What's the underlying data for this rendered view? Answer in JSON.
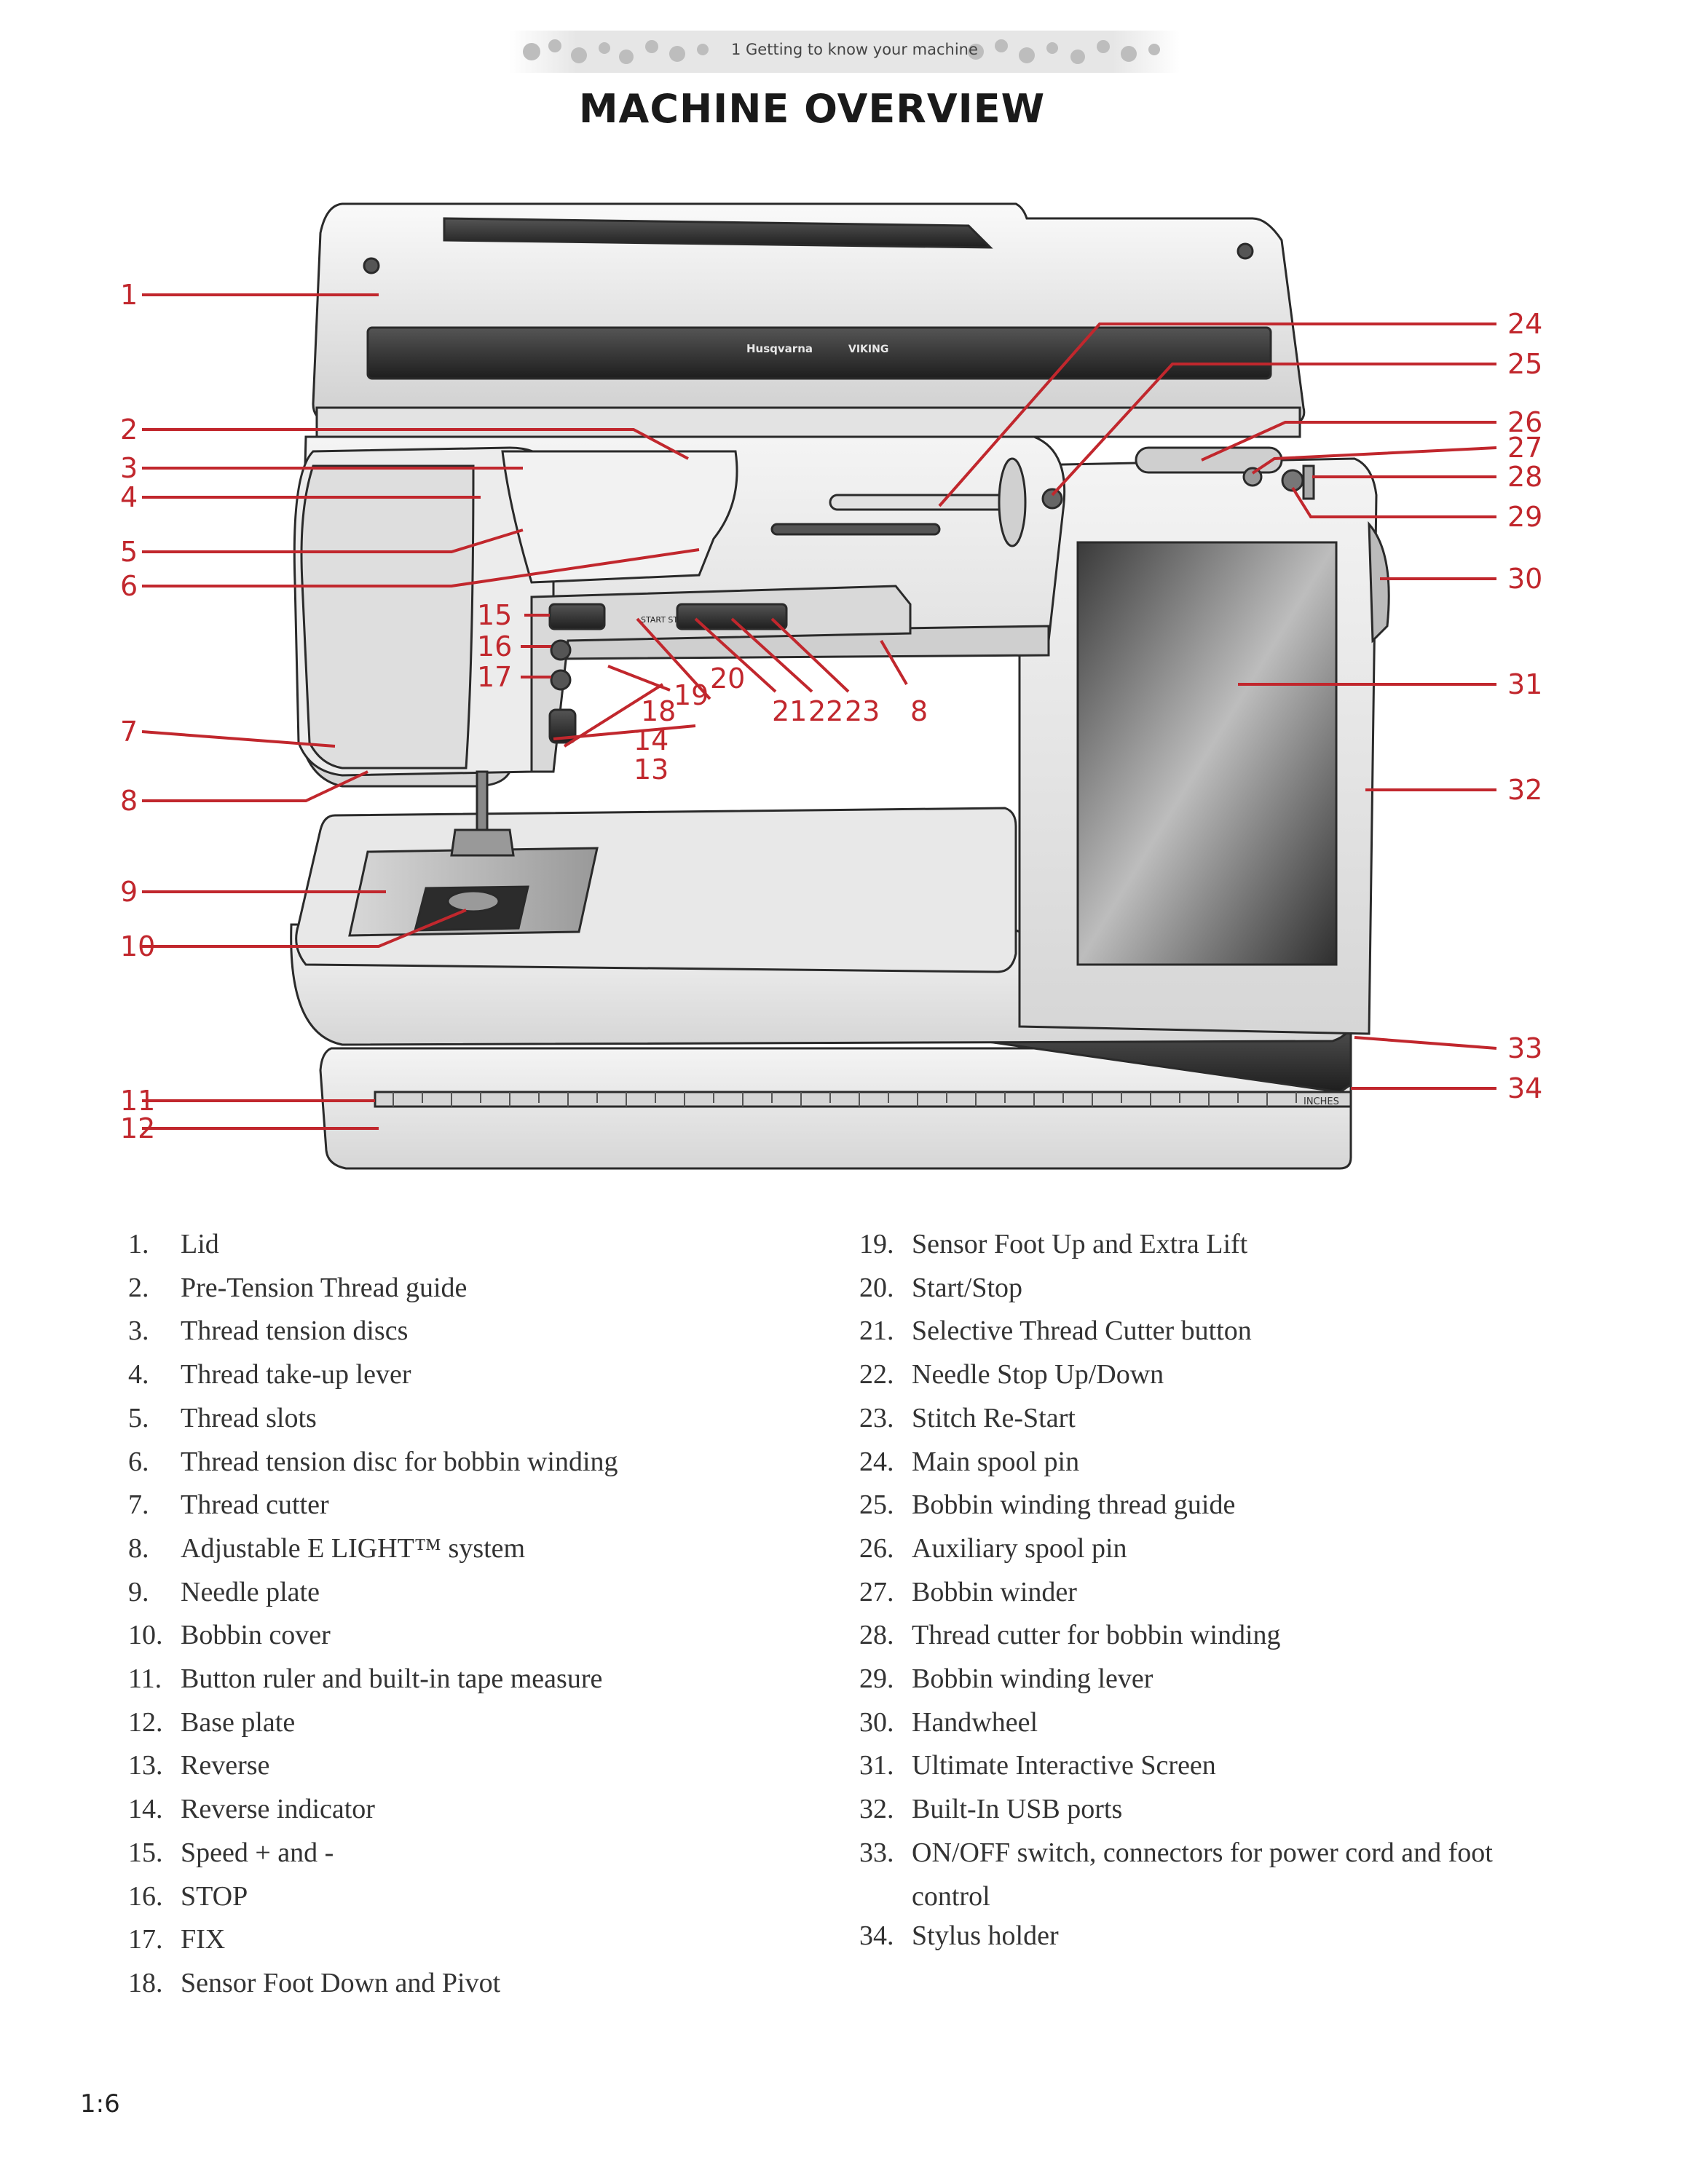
{
  "header": {
    "chapter_title": "1  Getting to know your machine",
    "page_title": "MACHINE OVERVIEW"
  },
  "figure": {
    "brand_text": "Husqvarna",
    "brand_text_2": "VIKING",
    "panel_start_stop": "START STOP",
    "ruler_label": "INCHES",
    "callouts": [
      "1",
      "2",
      "3",
      "4",
      "5",
      "6",
      "7",
      "8",
      "9",
      "10",
      "11",
      "12",
      "13",
      "14",
      "15",
      "16",
      "17",
      "18",
      "19",
      "20",
      "21",
      "22",
      "23",
      "8",
      "24",
      "25",
      "26",
      "27",
      "28",
      "29",
      "30",
      "31",
      "32",
      "33",
      "34"
    ]
  },
  "legend_left": [
    {
      "num": "1.",
      "text": "Lid"
    },
    {
      "num": "2.",
      "text": "Pre-Tension Thread guide"
    },
    {
      "num": "3.",
      "text": "Thread tension discs"
    },
    {
      "num": "4.",
      "text": "Thread take-up lever"
    },
    {
      "num": "5.",
      "text": "Thread slots"
    },
    {
      "num": "6.",
      "text": "Thread tension disc for bobbin winding"
    },
    {
      "num": "7.",
      "text": "Thread cutter"
    },
    {
      "num": "8.",
      "text": "Adjustable E LIGHT™ system"
    },
    {
      "num": "9.",
      "text": "Needle plate"
    },
    {
      "num": "10.",
      "text": "Bobbin cover"
    },
    {
      "num": "11.",
      "text": "Button ruler and built-in tape measure"
    },
    {
      "num": "12.",
      "text": "Base plate"
    },
    {
      "num": "13.",
      "text": "Reverse"
    },
    {
      "num": "14.",
      "text": "Reverse indicator"
    },
    {
      "num": "15.",
      "text": "Speed + and -"
    },
    {
      "num": "16.",
      "text": "STOP"
    },
    {
      "num": "17.",
      "text": "FIX"
    },
    {
      "num": "18.",
      "text": "Sensor Foot Down and Pivot"
    }
  ],
  "legend_right": [
    {
      "num": "19.",
      "text": "Sensor Foot Up and Extra Lift"
    },
    {
      "num": "20.",
      "text": "Start/Stop"
    },
    {
      "num": "21.",
      "text": "Selective Thread Cutter button"
    },
    {
      "num": "22.",
      "text": "Needle Stop Up/Down"
    },
    {
      "num": "23.",
      "text": "Stitch Re-Start"
    },
    {
      "num": "24.",
      "text": "Main spool pin"
    },
    {
      "num": "25.",
      "text": "Bobbin winding thread guide"
    },
    {
      "num": "26.",
      "text": "Auxiliary spool pin"
    },
    {
      "num": "27.",
      "text": "Bobbin winder"
    },
    {
      "num": "28.",
      "text": "Thread cutter for bobbin winding"
    },
    {
      "num": "29.",
      "text": "Bobbin winding lever"
    },
    {
      "num": "30.",
      "text": "Handwheel"
    },
    {
      "num": "31.",
      "text": "Ultimate Interactive Screen"
    },
    {
      "num": "32.",
      "text": "Built-In USB ports"
    },
    {
      "num": "33.",
      "text": "ON/OFF switch, connectors for power cord and foot control"
    },
    {
      "num": "34.",
      "text": "Stylus holder"
    }
  ],
  "footer": {
    "page_number": "1:6"
  },
  "colors": {
    "accent": "#c1272d",
    "text": "#333333",
    "machine_line": "#2a2a2a"
  }
}
